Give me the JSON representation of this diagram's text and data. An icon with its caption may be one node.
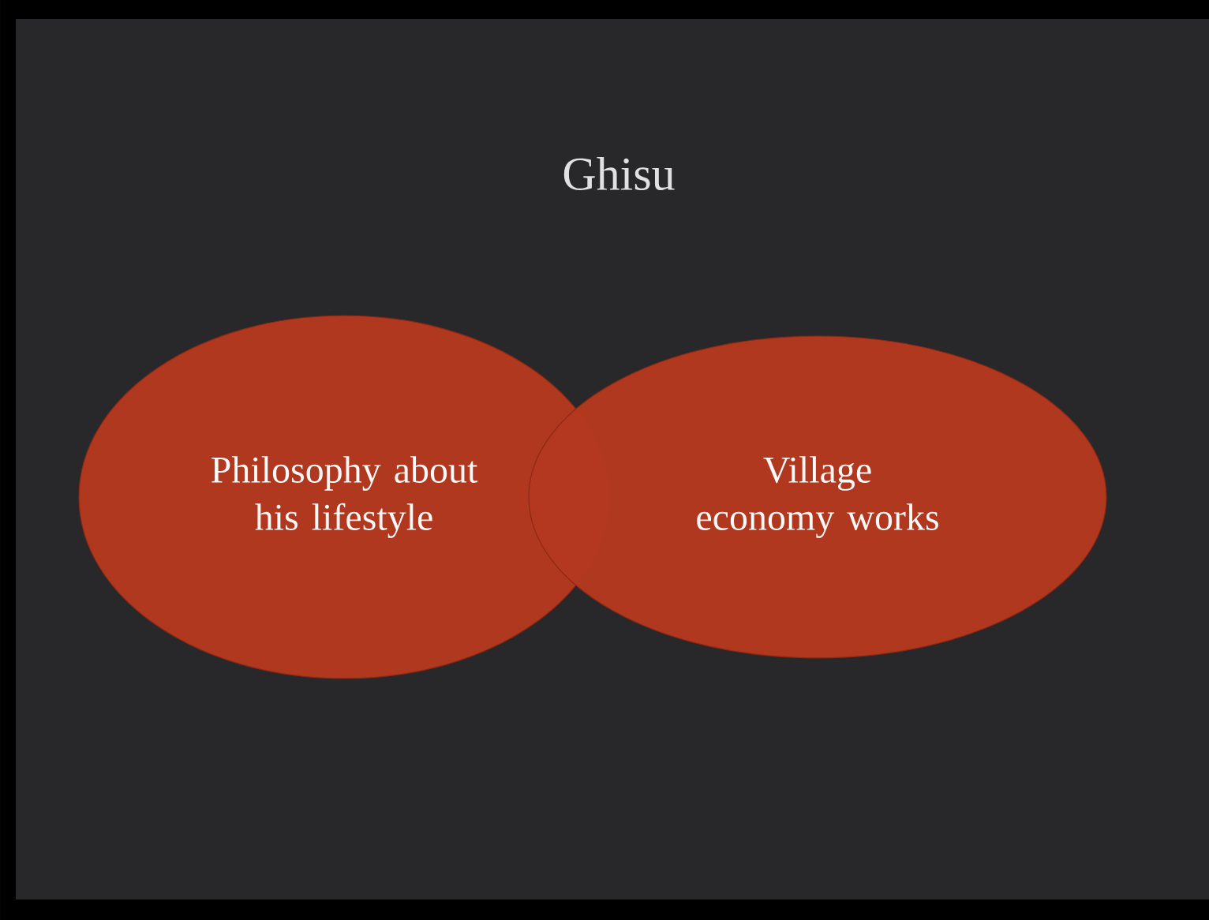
{
  "diagram": {
    "title": "Ghisu",
    "nodes": [
      {
        "text": [
          "Philosophy about his lifestyle"
        ]
      },
      {
        "text": [
          "Village economy works"
        ]
      }
    ]
  }
}
